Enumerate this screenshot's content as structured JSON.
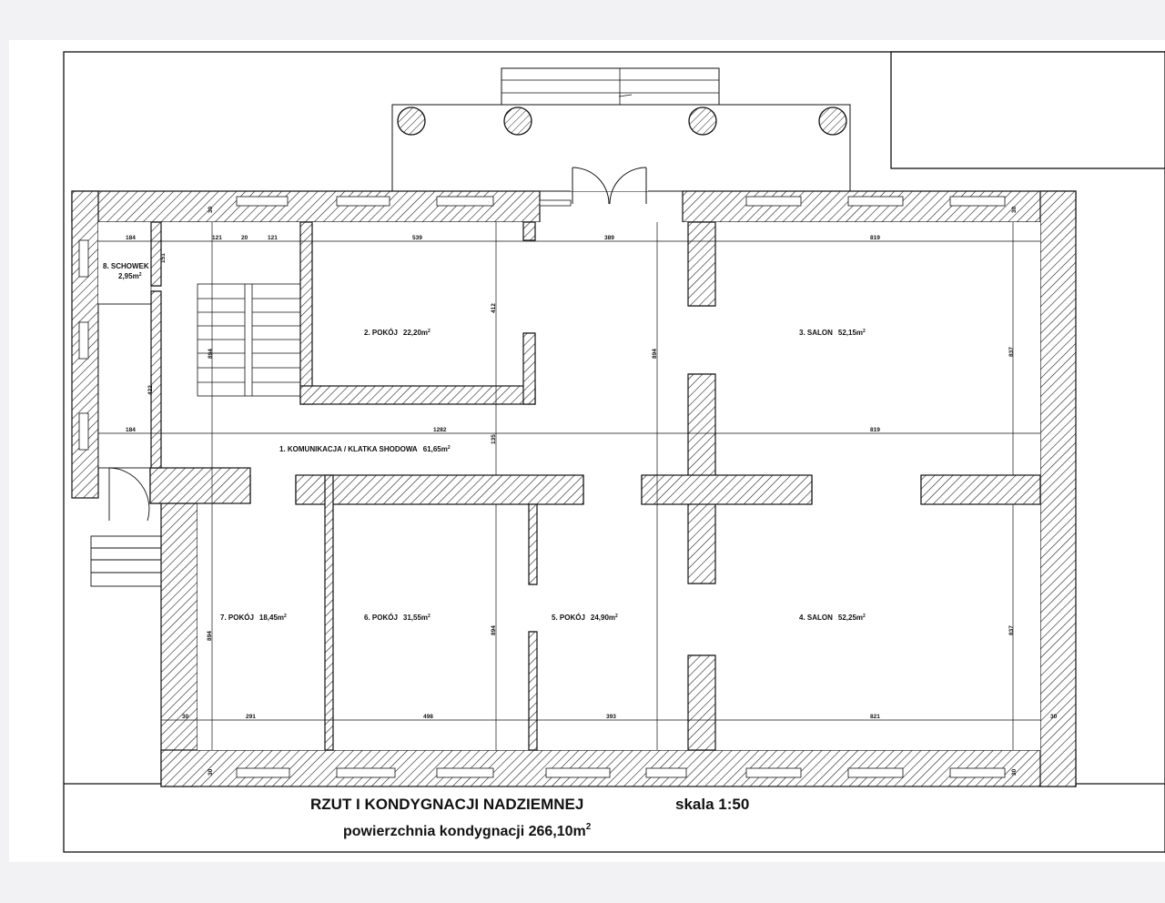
{
  "drawing": {
    "title": "RZUT I KONDYGNACJI NADZIEMNEJ",
    "scale": "skala  1:50",
    "area_label": "powierzchnia kondygnacji  266,10m",
    "area_sup": "2"
  },
  "rooms": [
    {
      "name": "1. KOMUNIKACJA / KLATKA SHODOWA",
      "area": "61,65m",
      "sup": "2"
    },
    {
      "name": "2. POKÓJ",
      "area": "22,20m",
      "sup": "2"
    },
    {
      "name": "3. SALON",
      "area": "52,15m",
      "sup": "2"
    },
    {
      "name": "4. SALON",
      "area": "52,25m",
      "sup": "2"
    },
    {
      "name": "5. POKÓJ",
      "area": "24,90m",
      "sup": "2"
    },
    {
      "name": "6. POKÓJ",
      "area": "31,55m",
      "sup": "2"
    },
    {
      "name": "7. POKÓJ",
      "area": "18,45m",
      "sup": "2"
    },
    {
      "name": "8. SCHOWEK",
      "area": "2,95m",
      "sup": "2"
    }
  ],
  "dimensions": [
    "184",
    "121",
    "20",
    "121",
    "539",
    "389",
    "819",
    "412",
    "894",
    "422",
    "151",
    "184",
    "1282",
    "819",
    "135",
    "837",
    "894",
    "894",
    "894",
    "837",
    "30",
    "291",
    "498",
    "393",
    "821",
    "30",
    "30",
    "30",
    "30",
    "30"
  ]
}
